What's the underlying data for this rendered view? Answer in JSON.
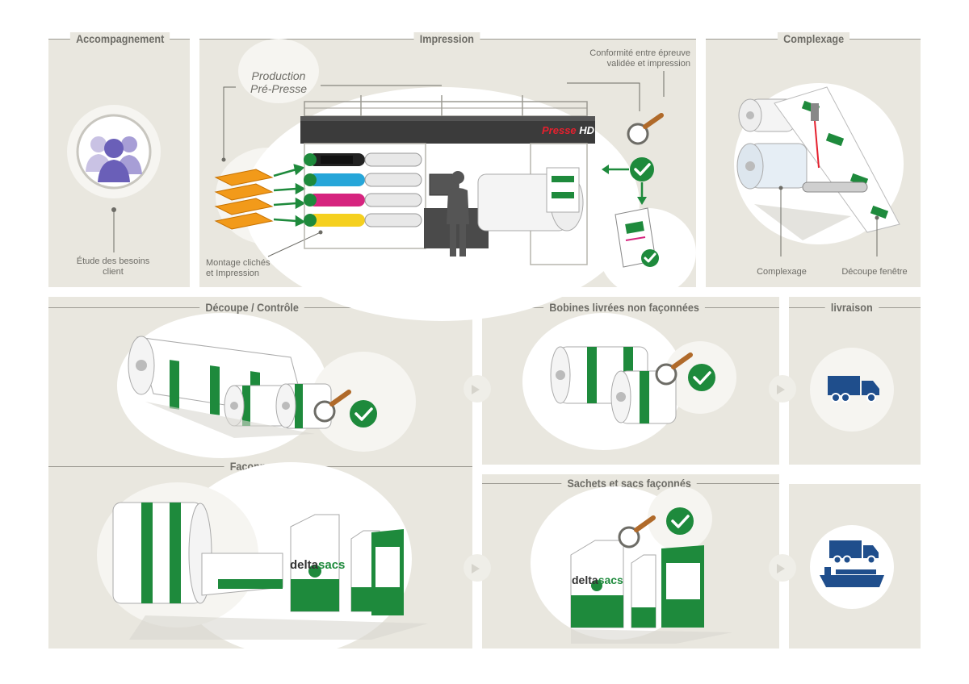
{
  "sections": {
    "accompagnement": "Accompagnement",
    "impression": "Impression",
    "complexage": "Complexage",
    "decoupe_controle": "Découpe / Contrôle",
    "bobines": "Bobines livrées non façonnées",
    "livraison": "livraison",
    "faconnage": "Façonnage",
    "sachets": "Sachets et sacs façonnés"
  },
  "labels": {
    "etude_line1": "Étude des besoins",
    "etude_line2": "client",
    "prod_line1": "Production",
    "prod_line2": "Pré-Presse",
    "conformite_line1": "Conformité entre épreuve",
    "conformite_line2": "validée et impression",
    "montage_line1": "Montage clichés",
    "montage_line2": "et Impression",
    "complexage": "Complexage",
    "decoupe_fenetre": "Découpe fenêtre"
  },
  "machine": {
    "brand_word": "Presse",
    "brand_suffix": "HD"
  },
  "brand": {
    "delta": "delta",
    "sacs": "sacs"
  },
  "colors": {
    "panel_bg": "#e9e7df",
    "accent_green": "#1e8a3c",
    "truck_blue": "#1f4e8c",
    "plate_orange": "#f29a1a"
  },
  "icons": [
    "people-icon",
    "magnifier-icon",
    "check-icon",
    "truck-icon",
    "ship-icon",
    "arrow-right-icon",
    "recycle-icon"
  ]
}
